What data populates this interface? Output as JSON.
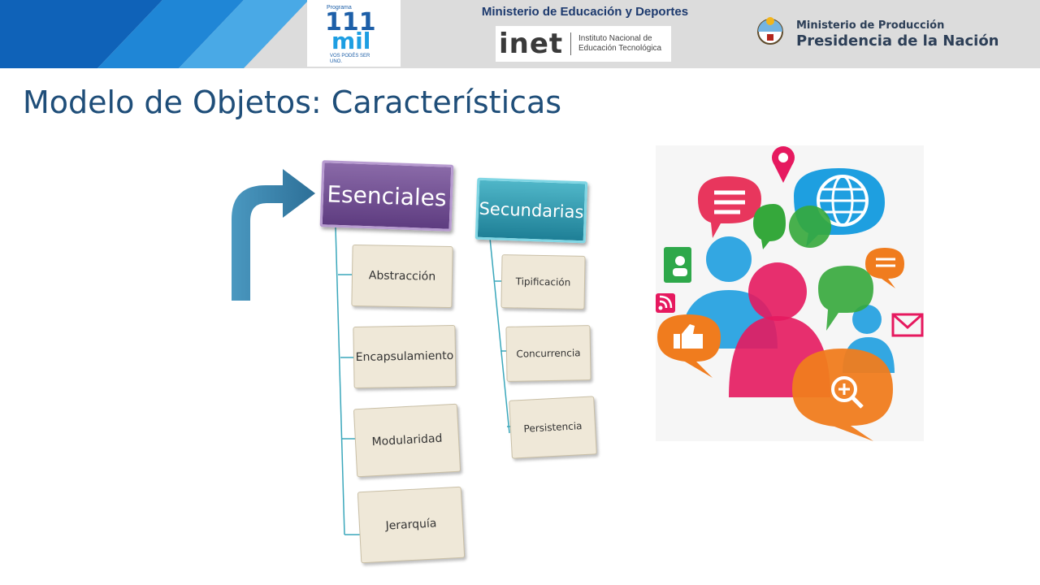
{
  "header": {
    "ministerio_educacion": "Ministerio de Educación y Deportes",
    "programa_111mil": {
      "top": "Programa",
      "number": "111",
      "word": "mil",
      "tagline": "VOS PODÉS SER UNO."
    },
    "inet": {
      "word": "inet",
      "line1": "Instituto Nacional de",
      "line2": "Educación Tecnológica"
    },
    "ministerio_produccion": {
      "line1": "Ministerio de Producción",
      "line2": "Presidencia de la Nación"
    }
  },
  "slide": {
    "title": "Modelo de Objetos: Características"
  },
  "diagram": {
    "esenciales": {
      "label": "Esenciales",
      "items": [
        "Abstracción",
        "Encapsulamiento",
        "Modularidad",
        "Jerarquía"
      ]
    },
    "secundarias": {
      "label": "Secundarias",
      "items": [
        "Tipificación",
        "Concurrencia",
        "Persistencia"
      ]
    }
  },
  "colors": {
    "header_blue": "#1a73c6",
    "esenciales": "#6f4b91",
    "secundarias": "#2a92aa",
    "arrow": "#3b87b0",
    "item_fill": "#efe8d8",
    "title": "#1f4e79"
  },
  "illustration": {
    "icons": [
      "speech-bubble-icon",
      "globe-icon",
      "location-pin-icon",
      "contact-book-icon",
      "rss-icon",
      "thumbs-up-icon",
      "mail-icon",
      "zoom-icon",
      "people-icon"
    ]
  }
}
